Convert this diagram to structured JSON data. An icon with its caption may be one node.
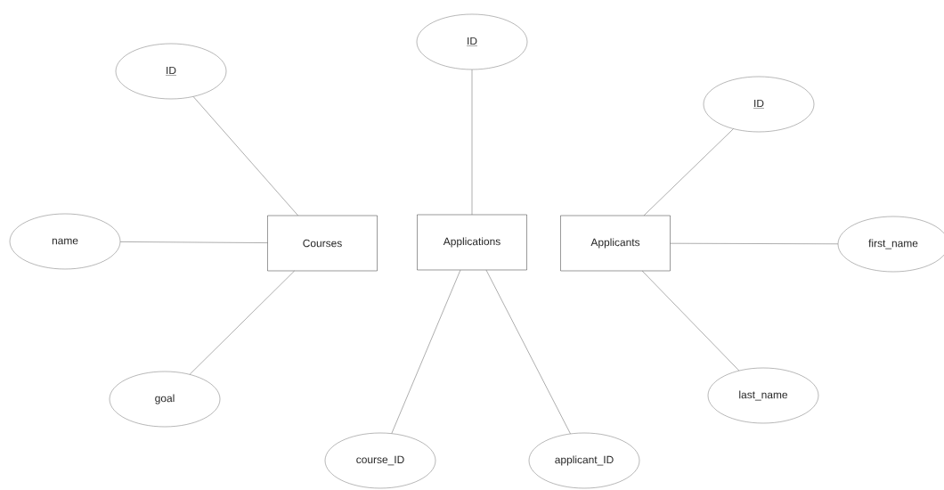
{
  "diagram": {
    "nodes": [
      {
        "text": [
          "ID"
        ]
      },
      {
        "text": [
          "ID"
        ]
      },
      {
        "text": [
          "ID"
        ]
      },
      {
        "text": [
          "name"
        ]
      },
      {
        "text": [
          "Courses"
        ]
      },
      {
        "text": [
          "Applications"
        ]
      },
      {
        "text": [
          "Applicants"
        ]
      },
      {
        "text": [
          "first_name"
        ]
      },
      {
        "text": [
          "last_name"
        ]
      },
      {
        "text": [
          "goal"
        ]
      },
      {
        "text": [
          "course_ID"
        ]
      },
      {
        "text": [
          "applicant_ID"
        ]
      }
    ],
    "edges": [
      {
        "from": 4,
        "to": 1,
        "arrow": "none"
      },
      {
        "from": 4,
        "to": 3,
        "arrow": "none"
      },
      {
        "from": 4,
        "to": 9,
        "arrow": "none"
      },
      {
        "from": 5,
        "to": 0,
        "arrow": "none"
      },
      {
        "from": 5,
        "to": 10,
        "arrow": "none"
      },
      {
        "from": 5,
        "to": 11,
        "arrow": "none"
      },
      {
        "from": 6,
        "to": 2,
        "arrow": "none"
      },
      {
        "from": 6,
        "to": 7,
        "arrow": "none"
      },
      {
        "from": 6,
        "to": 8,
        "arrow": "none"
      }
    ]
  }
}
